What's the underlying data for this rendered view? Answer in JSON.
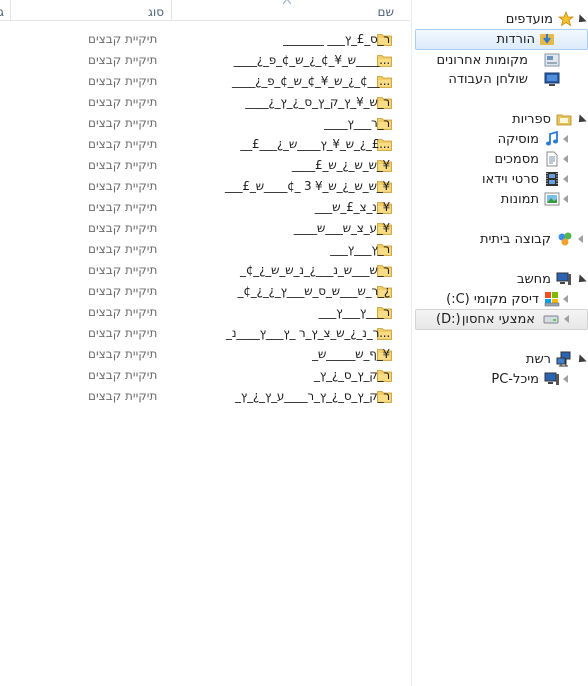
{
  "columns": {
    "name": "שם",
    "type": "סוג",
    "clipped": "ג"
  },
  "files": [
    {
      "name": "ר_ס_£_ץ___ _______",
      "type": "תיקיית קבצים"
    },
    {
      "name": "...____ש_¥_¢_¿_ש_¢_פ_¿____",
      "type": "תיקיית קבצים"
    },
    {
      "name": "...__¢_¿_ש_¥_¢_ש_¢_פ_¿____",
      "type": "תיקיית קבצים"
    },
    {
      "name": "ר_ש_¥_ץ_ק_ץ_ס_¿_ץ_¿____",
      "type": "תיקיית קבצים"
    },
    {
      "name": "ר_ר___ץ____",
      "type": "תיקיית קבצים"
    },
    {
      "name": "...£_¿_ש_¥_ץ____ש_¿___£__",
      "type": "תיקיית קבצים"
    },
    {
      "name": "¥_ש_ש_¿_ש_£____",
      "type": "תיקיית קבצים"
    },
    {
      "name": "¥_ש_ש_¿_ש_¥ 3 _¢____ש_£___",
      "type": "תיקיית קבצים"
    },
    {
      "name": "¥_נ_צ_£_ש___",
      "type": "תיקיית קבצים"
    },
    {
      "name": "¥_ע_צ_ש___ש____",
      "type": "תיקיית קבצים"
    },
    {
      "name": "ר_ץ___ץ___",
      "type": "תיקיית קבצים"
    },
    {
      "name": "ר_ש___ש_נ___¿_נ_ש_ש_¿_¢_",
      "type": "תיקיית קבצים"
    },
    {
      "name": "¿_ר_ש___ש_ס_ש___ץ_¿_¿_¢_",
      "type": "תיקיית קבצים"
    },
    {
      "name": "ר___ץ___ץ___",
      "type": "תיקיית קבצים"
    },
    {
      "name": "...ר_נ_¿_ש_צ_ץ_ר _ץ___ץ____נ_",
      "type": "תיקיית קבצים"
    },
    {
      "name": "¥_ף_ש_____ש_",
      "type": "תיקיית קבצים"
    },
    {
      "name": "ר_ק_ץ_ס_¿_ץ_",
      "type": "תיקיית קבצים"
    },
    {
      "name": "ר_ק_ץ_ס_¿_ץ_ר____ע_ץ_¿_ץ_",
      "type": "תיקיית קבצים"
    }
  ],
  "nav": {
    "favorites": "מועדפים",
    "downloads": "הורדות",
    "recent": "מקומות אחרונים",
    "desktop": "שולחן העבודה",
    "libraries": "ספריות",
    "music": "מוסיקה",
    "documents": "מסמכים",
    "videos": "סרטי וידאו",
    "pictures": "תמונות",
    "homegroup": "קבוצה ביתית",
    "computer": "מחשב",
    "local_disk": "דיסק מקומי (C:)",
    "removable": "אמצעי אחסון",
    "removable_letter": "(D:)",
    "network": "רשת",
    "pc": "מיכל-PC"
  }
}
